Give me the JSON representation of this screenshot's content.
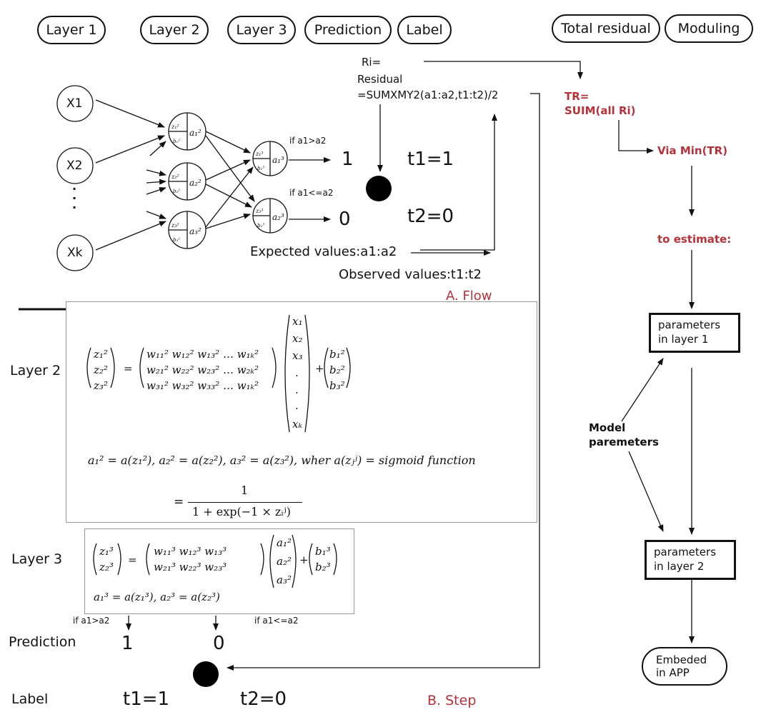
{
  "headers": {
    "layer1": "Layer 1",
    "layer2": "Layer 2",
    "layer3": "Layer 3",
    "prediction": "Prediction",
    "label": "Label",
    "total_residual": "Total residual",
    "moduling": "Moduling"
  },
  "inputs": {
    "x1": "X1",
    "x2": "X2",
    "dots": "·\n·\n·",
    "xk": "Xk"
  },
  "flow": {
    "ri_line1": "Ri=",
    "ri_line2": "Residual",
    "ri_line3": "=SUMXMY2(a1:a2,t1:t2)/2",
    "cond_top": "if a1>a2",
    "cond_bottom": "if a1<=a2",
    "out_one": "1",
    "out_zero": "0",
    "t1": "t1=1",
    "t2": "t2=0",
    "expected": "Expected values:a1:a2",
    "observed": "Observed values:t1:t2",
    "section_title": "A. Flow"
  },
  "moduling": {
    "tr_line1": "TR=",
    "tr_line2": "SUIM(all Ri)",
    "via": "Via  Min(TR)",
    "estimate": "to estimate:",
    "params_l1_line1": "parameters",
    "params_l1_line2": "in layer 1",
    "model_params_line1": "Model",
    "model_params_line2": "paremeters",
    "params_l2_line1": "parameters",
    "params_l2_line2": "in layer 2",
    "embed_line1": "Embeded",
    "embed_line2": "in APP"
  },
  "step": {
    "layer2": "Layer 2",
    "layer3": "Layer 3",
    "cond_top": "if a1>a2",
    "cond_bottom": "if a1<=a2",
    "prediction": "Prediction",
    "pred_one": "1",
    "pred_zero": "0",
    "label": "Label",
    "t1": "t1=1",
    "t2": "t2=0",
    "section_title": "B. Step"
  },
  "equations": {
    "sigmoid_line": "a₁² = a(z₁²), a₂² = a(z₂²), a₃² = a(z₃²), wher a(zⱼʲ) = sigmoid function",
    "eq_sign": "=",
    "numerator": "1",
    "denominator": "1 + exp(−1 × zᵢʲ)",
    "layer3_act": "a₁³ = a(z₁³), a₂³ = a(z₂³)"
  }
}
